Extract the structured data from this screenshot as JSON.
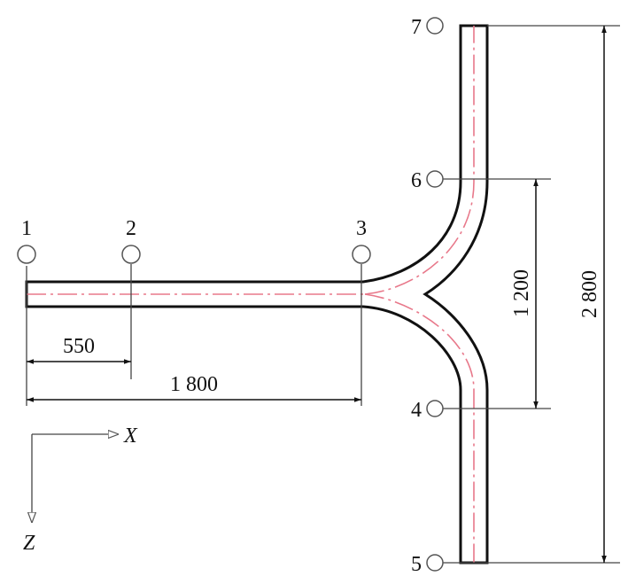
{
  "points": {
    "p1": "1",
    "p2": "2",
    "p3": "3",
    "p4": "4",
    "p5": "5",
    "p6": "6",
    "p7": "7"
  },
  "dimensions": {
    "d550": "550",
    "d1800": "1 800",
    "d1200": "1 200",
    "d2800": "2 800"
  },
  "axes": {
    "x": "X",
    "z": "Z"
  },
  "colors": {
    "pipe_outline": "#111111",
    "centerline": "#e8788a"
  }
}
